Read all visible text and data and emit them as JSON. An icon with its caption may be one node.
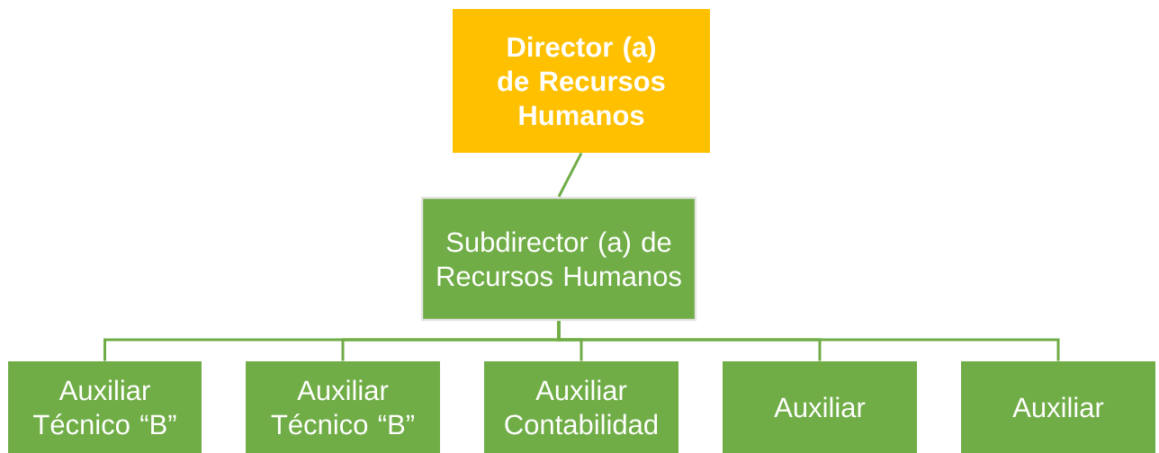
{
  "diagram": {
    "nodes": [
      {
        "text": [
          "Director (a) de Recursos Humanos"
        ]
      },
      {
        "text": [
          "Subdirector (a) de Recursos Humanos"
        ]
      },
      {
        "text": [
          "Auxiliar Técnico “B”"
        ]
      },
      {
        "text": [
          "Auxiliar Técnico “B”"
        ]
      },
      {
        "text": [
          "Auxiliar Contabilidad"
        ]
      },
      {
        "text": [
          "Auxiliar"
        ]
      },
      {
        "text": [
          "Auxiliar"
        ]
      }
    ],
    "edges": [
      {
        "from": 0,
        "to": 1,
        "arrow": "none"
      },
      {
        "from": 1,
        "to": 2,
        "arrow": "none"
      },
      {
        "from": 1,
        "to": 3,
        "arrow": "none"
      },
      {
        "from": 1,
        "to": 4,
        "arrow": "none"
      },
      {
        "from": 1,
        "to": 5,
        "arrow": "none"
      },
      {
        "from": 1,
        "to": 6,
        "arrow": "none"
      }
    ]
  }
}
